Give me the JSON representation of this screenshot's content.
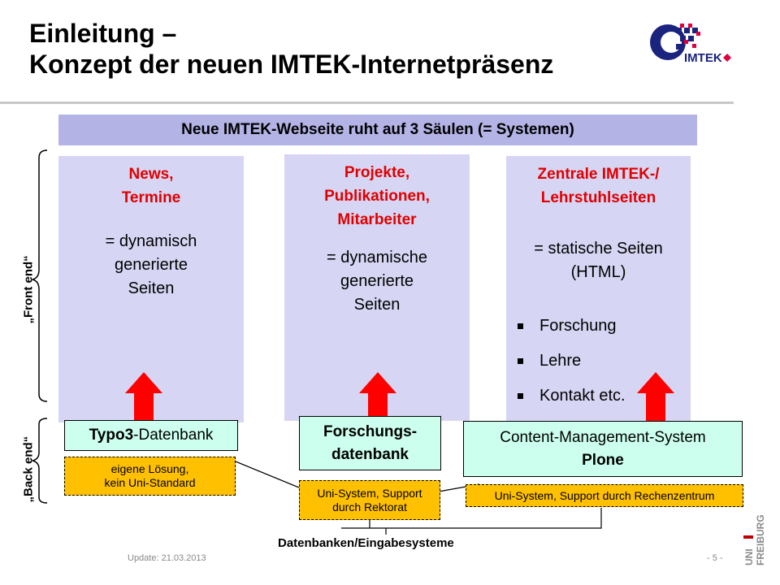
{
  "slide": {
    "title_line1": "Einleitung –",
    "title_line2": "Konzept der neuen IMTEK-Internetpräsenz",
    "logo_text": "IMTEK",
    "banner": "Neue IMTEK-Webseite ruht auf 3 Säulen (= Systemen)",
    "front_end_label": "„Front end“",
    "back_end_label": "„Back end“",
    "columns": [
      {
        "heading": [
          "News,",
          "Termine"
        ],
        "body": [
          "= dynamisch",
          "generierte",
          "Seiten"
        ]
      },
      {
        "heading": [
          "Projekte,",
          "Publikationen,",
          "Mitarbeiter"
        ],
        "body": [
          "= dynamische",
          "generierte",
          "Seiten"
        ]
      },
      {
        "heading": [
          "Zentrale IMTEK-/",
          "Lehrstuhlseiten"
        ],
        "body": [
          "= statische Seiten",
          "(HTML)"
        ],
        "bullets": [
          "Forschung",
          "Lehre",
          "Kontakt etc."
        ]
      }
    ],
    "backends": [
      {
        "bold": "Typo3",
        "rest": "-Datenbank",
        "note": [
          "eigene Lösung,",
          "kein Uni-Standard"
        ]
      },
      {
        "lines": [
          "Forschungs-",
          "datenbank"
        ],
        "note": [
          "Uni-System, Support",
          "durch Rektorat"
        ]
      },
      {
        "line1": "Content-Management-System",
        "line2": "Plone",
        "note": [
          "Uni-System, Support durch Rechenzentrum"
        ]
      }
    ],
    "bottom_label": "Datenbanken/Eingabesysteme",
    "footer_update": "Update: 21.03.2013",
    "footer_page": "- 5 -",
    "uni_logo": [
      "UNI",
      "FREIBURG"
    ],
    "colors": {
      "accent_red": "#e00000",
      "column_bg": "#d6d6f4",
      "banner_bg": "#b3b3e6",
      "box_bg": "#ccffee",
      "note_bg": "#ffc000",
      "arrow": "#ff0000"
    }
  }
}
